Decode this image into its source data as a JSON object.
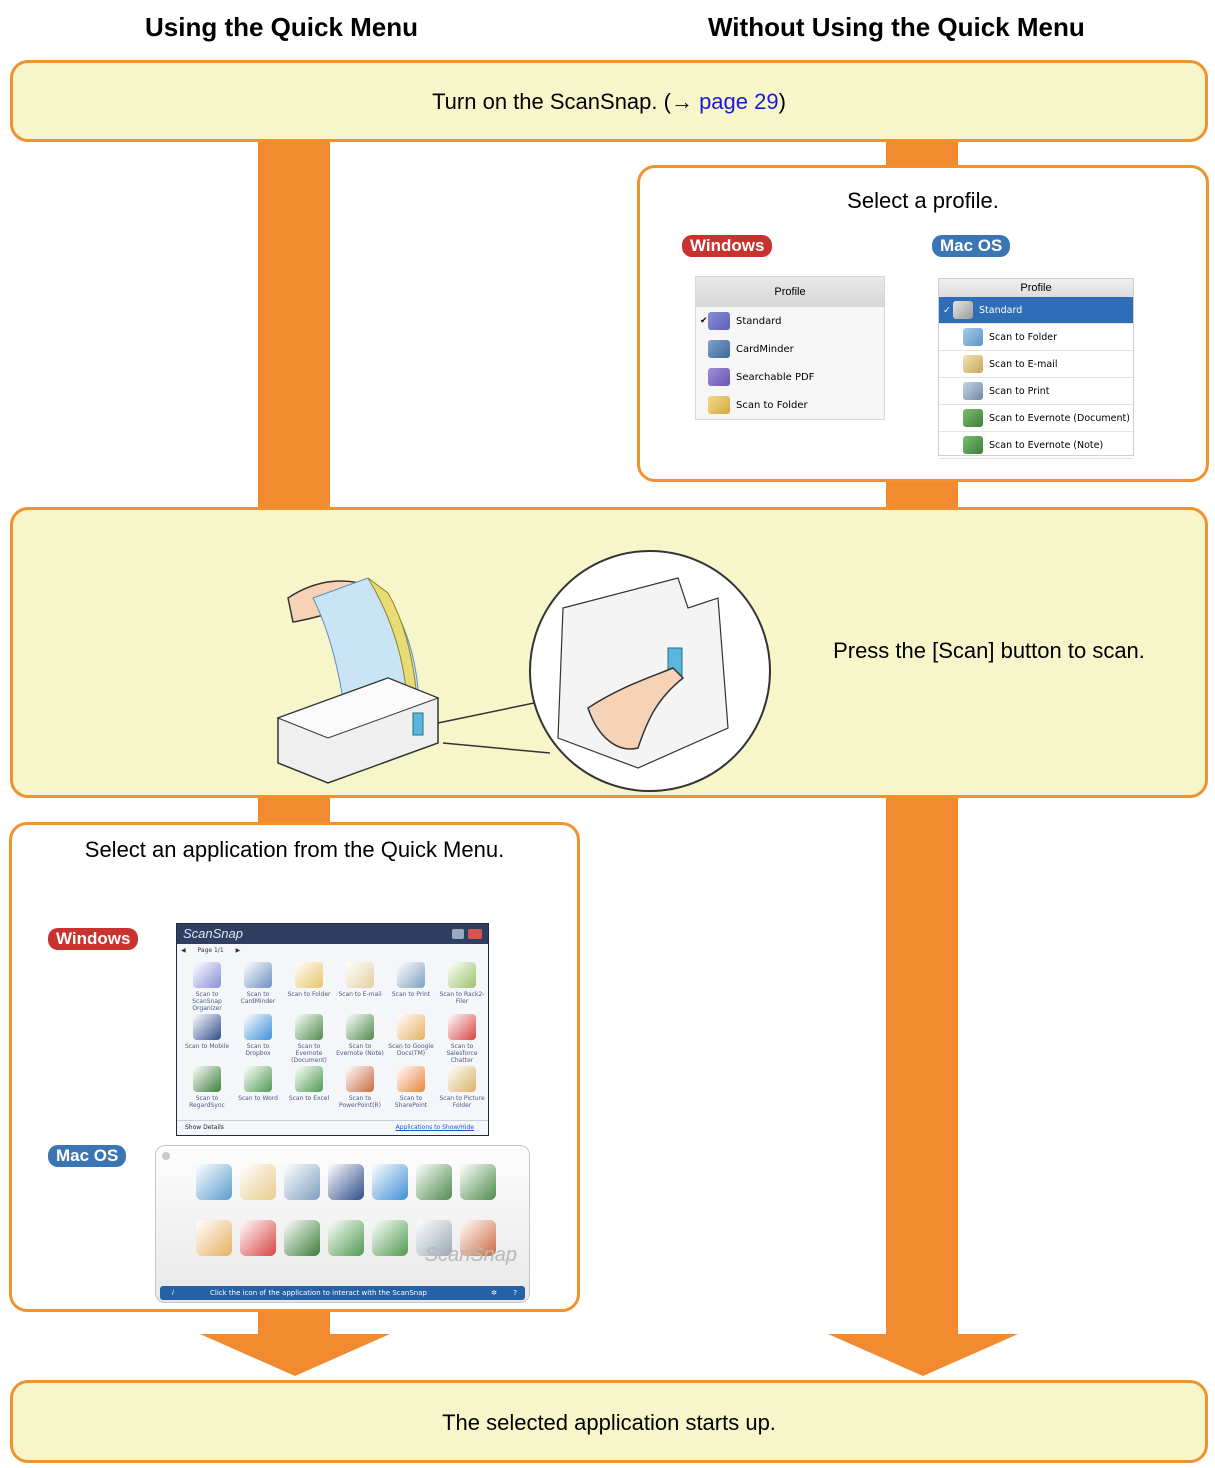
{
  "headings": {
    "left": "Using the Quick Menu",
    "right": "Without Using the Quick Menu"
  },
  "step1": {
    "text": "Turn on the ScanSnap. (→ ",
    "link": "page 29",
    "close": ")"
  },
  "step2": {
    "title": "Select a profile.",
    "windows_badge": "Windows",
    "macos_badge": "Mac OS",
    "windows_profile": {
      "header": "Profile",
      "items": [
        "Standard",
        "CardMinder",
        "Searchable PDF",
        "Scan to Folder"
      ],
      "checked": "Standard"
    },
    "mac_profile": {
      "header": "Profile",
      "items": [
        "Standard",
        "Scan to Folder",
        "Scan to E-mail",
        "Scan to Print",
        "Scan to Evernote (Document)",
        "Scan to Evernote (Note)"
      ],
      "selected": "Standard"
    }
  },
  "step3": {
    "text": "Press the [Scan] button to scan."
  },
  "step4": {
    "title": "Select an application from the Quick Menu.",
    "windows_badge": "Windows",
    "macos_badge": "Mac OS",
    "windows_quick_menu": {
      "logo": "ScanSnap",
      "page": "Page 1/1",
      "items": [
        "Scan to ScanSnap Organizer",
        "Scan to CardMinder",
        "Scan to Folder",
        "Scan to E-mail",
        "Scan to Print",
        "Scan to Rack2-Filer",
        "Scan to Mobile",
        "Scan to Dropbox",
        "Scan to Evernote (Document)",
        "Scan to Evernote (Note)",
        "Scan to Google Docs(TM)",
        "Scan to Salesforce Chatter",
        "Scan to RegardSync",
        "Scan to Word",
        "Scan to Excel",
        "Scan to PowerPoint(R)",
        "Scan to SharePoint",
        "Scan to Picture Folder"
      ],
      "show_details": "Show Details",
      "apps_link": "Applications to Show/Hide"
    },
    "mac_quick_menu": {
      "logo": "ScanSnap",
      "status": "Click the icon of the application to interact with the ScanSnap",
      "info": "i"
    }
  },
  "step5": {
    "text": "The selected application starts up."
  },
  "colors": {
    "arrow": "#f28b30",
    "box_fill": "#f7f6cb",
    "border": "#f0922f",
    "link": "#1a1adc"
  }
}
